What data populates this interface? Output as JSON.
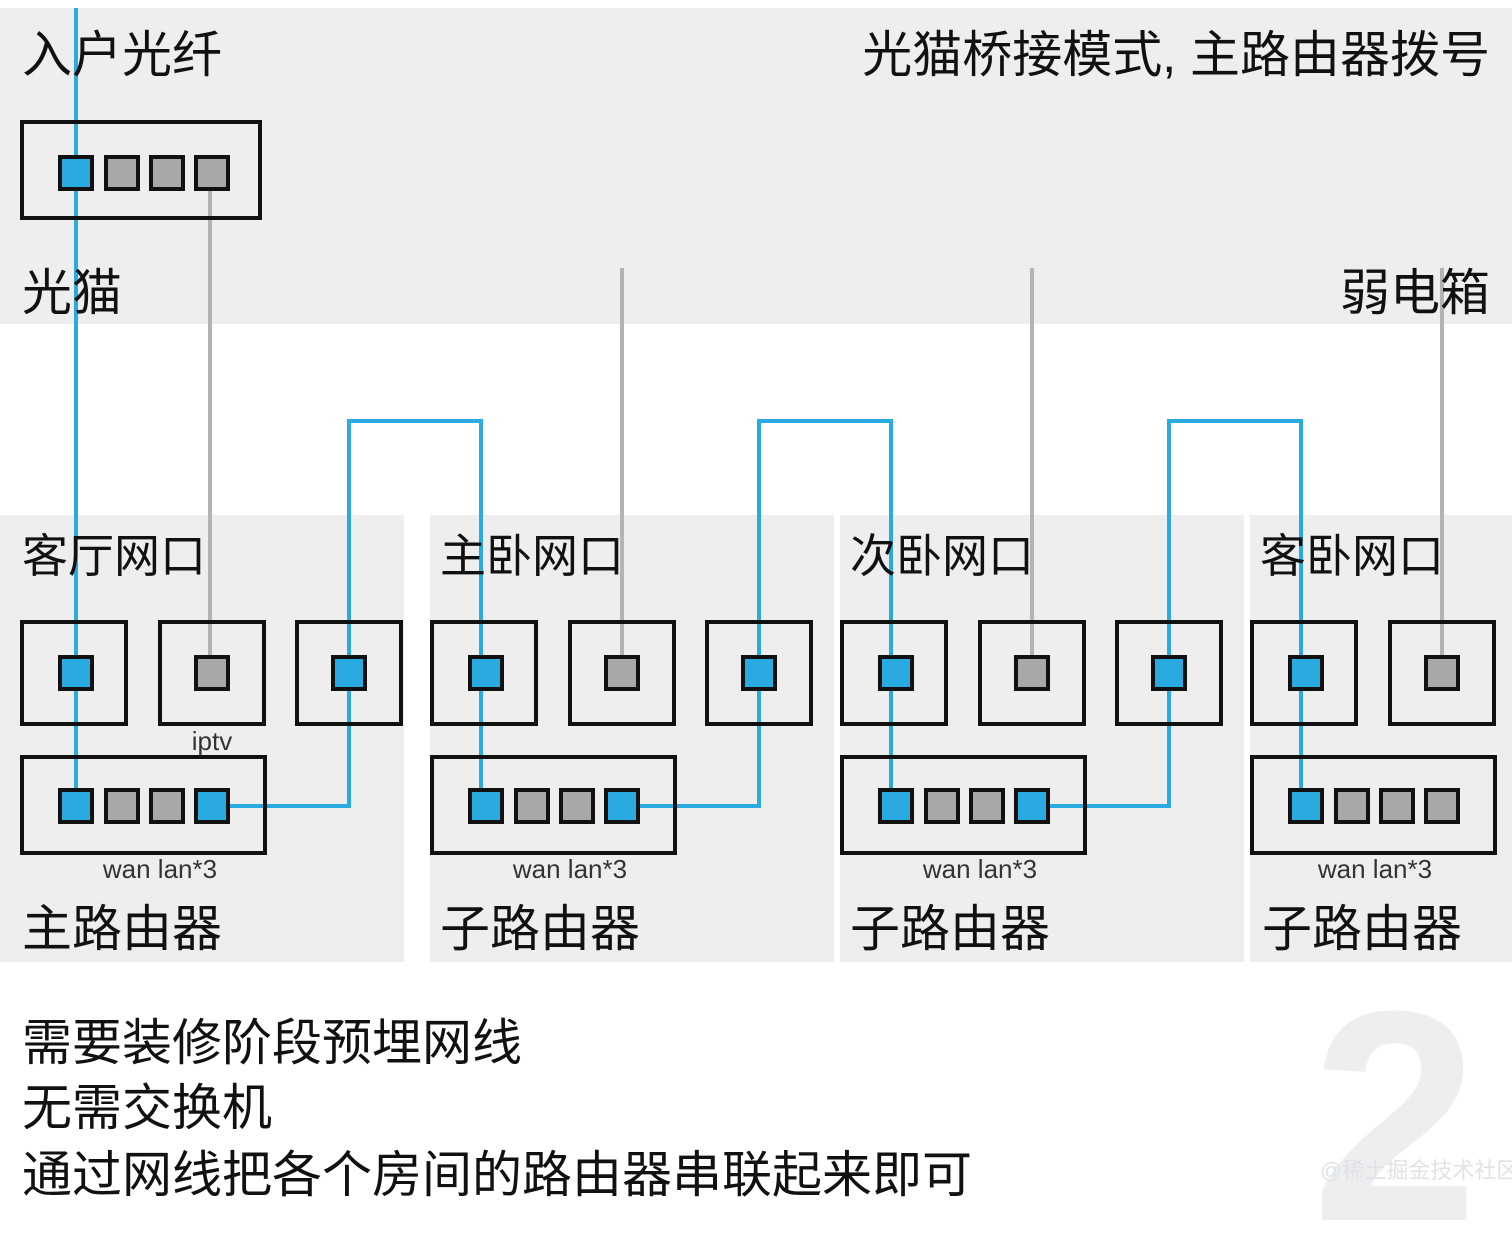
{
  "title_left": "入户光纤",
  "title_right": "光猫桥接模式, 主路由器拨号",
  "modem": {
    "label": "光猫",
    "ports": [
      "on",
      "off",
      "off",
      "off"
    ]
  },
  "weak_box_label": "弱电箱",
  "panels": [
    {
      "room_label": "客厅网口",
      "device_label": "主路由器",
      "router_caption": "wan lan*3",
      "jacks": [
        {
          "state": "on",
          "caption": ""
        },
        {
          "state": "off",
          "caption": "iptv"
        },
        {
          "state": "on",
          "caption": ""
        }
      ],
      "router_ports": [
        "on",
        "off",
        "off",
        "on"
      ]
    },
    {
      "room_label": "主卧网口",
      "device_label": "子路由器",
      "router_caption": "wan lan*3",
      "jacks": [
        {
          "state": "on",
          "caption": ""
        },
        {
          "state": "off",
          "caption": ""
        },
        {
          "state": "on",
          "caption": ""
        }
      ],
      "router_ports": [
        "on",
        "off",
        "off",
        "on"
      ]
    },
    {
      "room_label": "次卧网口",
      "device_label": "子路由器",
      "router_caption": "wan lan*3",
      "jacks": [
        {
          "state": "on",
          "caption": ""
        },
        {
          "state": "off",
          "caption": ""
        },
        {
          "state": "on",
          "caption": ""
        }
      ],
      "router_ports": [
        "on",
        "off",
        "off",
        "on"
      ]
    },
    {
      "room_label": "客卧网口",
      "device_label": "子路由器",
      "router_caption": "wan lan*3",
      "jacks": [
        {
          "state": "on",
          "caption": ""
        },
        {
          "state": "off",
          "caption": ""
        }
      ],
      "router_ports": [
        "on",
        "off",
        "off",
        "off"
      ]
    }
  ],
  "notes": [
    "需要装修阶段预埋网线",
    "无需交换机",
    "通过网线把各个房间的路由器串联起来即可"
  ],
  "watermark": {
    "number": "2",
    "text": "@稀土掘金技术社区"
  },
  "colors": {
    "active_port": "#29abe2",
    "inactive_port": "#a8a8a8",
    "band": "#eeeeee",
    "outline": "#111111",
    "gray_cable": "#b3b3b3"
  }
}
